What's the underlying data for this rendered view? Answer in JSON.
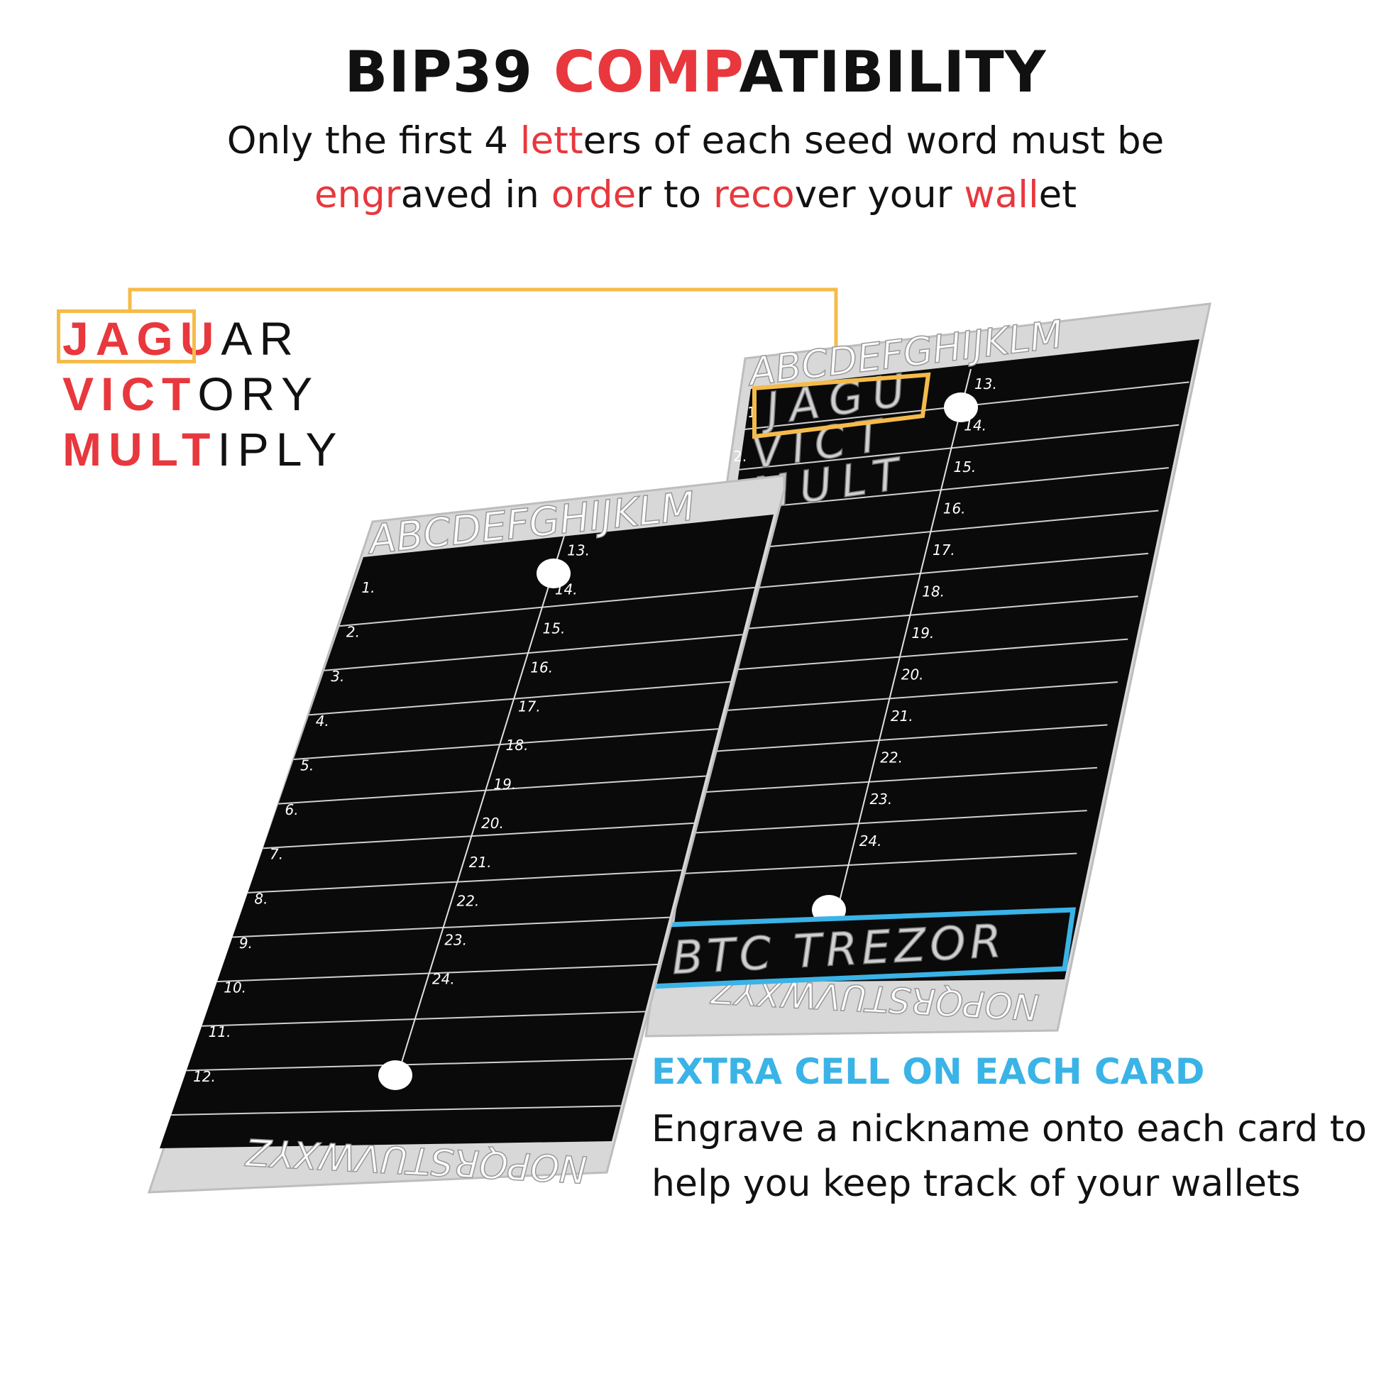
{
  "header": {
    "title_part1": "BIP39 ",
    "title_part2": "COMP",
    "title_part3": "ATIBILITY",
    "subtitle_line1": [
      {
        "t": "Only the first 4 ",
        "hl": false
      },
      {
        "t": "lett",
        "hl": true
      },
      {
        "t": "ers of each seed word must be",
        "hl": false
      }
    ],
    "subtitle_line2": [
      {
        "t": "engr",
        "hl": true
      },
      {
        "t": "aved in ",
        "hl": false
      },
      {
        "t": "orde",
        "hl": true
      },
      {
        "t": "r to ",
        "hl": false
      },
      {
        "t": "reco",
        "hl": true
      },
      {
        "t": "ver your ",
        "hl": false
      },
      {
        "t": "wall",
        "hl": true
      },
      {
        "t": "et",
        "hl": false
      }
    ]
  },
  "example_words": [
    {
      "prefix": "JAGU",
      "rest": "AR"
    },
    {
      "prefix": "VICT",
      "rest": "ORY"
    },
    {
      "prefix": "MULT",
      "rest": "IPLY"
    }
  ],
  "extra_cell": {
    "title": "EXTRA CELL ON EACH CARD",
    "line1": "Engrave a nickname onto each card to",
    "line2": "help you keep track of your wallets"
  },
  "card_back": {
    "alphabet_top": "ABCDEFGHIJKLM",
    "alphabet_bottom": "NOPQRSTUVWXYZ",
    "row_numbers_right": [
      "13.",
      "14.",
      "15.",
      "16.",
      "17.",
      "18.",
      "19.",
      "20.",
      "21.",
      "22.",
      "23.",
      "24."
    ],
    "row_numbers_left": [
      "1",
      "2."
    ],
    "engraved_words": [
      "JAGU",
      "VICT",
      "MULT"
    ],
    "nickname": "BTC TREZOR"
  },
  "card_front": {
    "alphabet_top": "ABCDEFGHIJKLM",
    "alphabet_bottom": "NOPQRSTUVWXYZ",
    "row_numbers_left": [
      "1.",
      "2.",
      "3.",
      "4.",
      "5.",
      "6.",
      "7.",
      "8.",
      "9.",
      "10.",
      "11.",
      "12."
    ],
    "row_numbers_right": [
      "13.",
      "14.",
      "15.",
      "16.",
      "17.",
      "18.",
      "19.",
      "20.",
      "21.",
      "22.",
      "23.",
      "24."
    ]
  },
  "colors": {
    "accent_red": "#e8383d",
    "highlight_orange": "#f5bb4a",
    "highlight_blue": "#3ab3e6",
    "card_black": "#0a0a0a",
    "steel": "#d6d6d6"
  }
}
